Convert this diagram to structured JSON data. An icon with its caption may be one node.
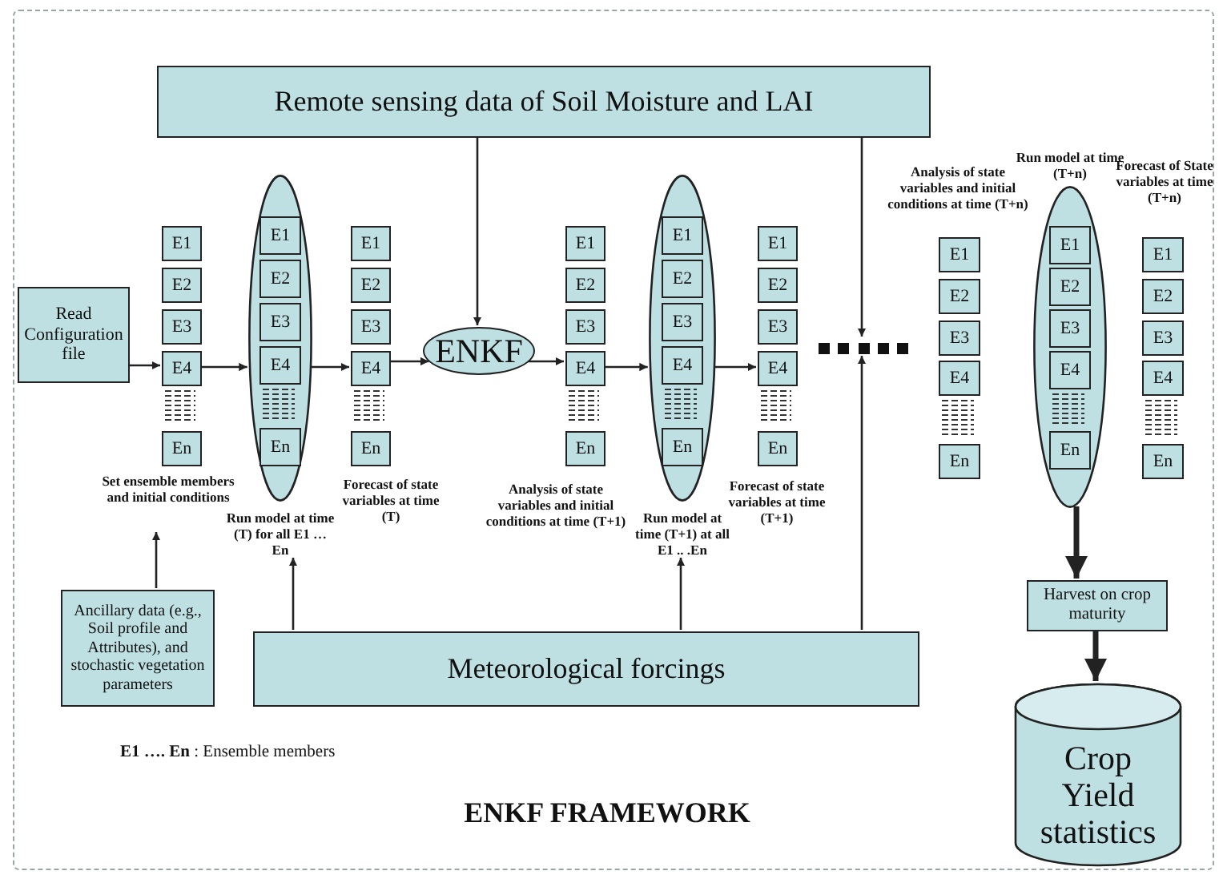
{
  "diagram": {
    "nodes": [
      {
        "text": [
          "ENKF FRAMEWORK"
        ]
      },
      {
        "text": [
          "Remote sensing data of Soil Moisture and LAI"
        ],
        "in": 0
      },
      {
        "text": [
          "Read Configuration file"
        ],
        "in": 0
      },
      {
        "text": [
          "Set ensemble members and initial conditions"
        ],
        "in": 0
      },
      {
        "text": [
          "E1"
        ],
        "in": 0
      },
      {
        "text": [
          "E2"
        ],
        "in": 0
      },
      {
        "text": [
          "E3"
        ],
        "in": 0
      },
      {
        "text": [
          "E4"
        ],
        "in": 0
      },
      {
        "text": [
          "En"
        ],
        "in": 0
      },
      {
        "text": [
          "Run model at time (T) for all E1 … En"
        ],
        "in": 0
      },
      {
        "text": [
          "E1"
        ],
        "in": 9
      },
      {
        "text": [
          "E2"
        ],
        "in": 9
      },
      {
        "text": [
          "E3"
        ],
        "in": 9
      },
      {
        "text": [
          "E4"
        ],
        "in": 9
      },
      {
        "text": [
          "En"
        ],
        "in": 9
      },
      {
        "text": [
          "E1"
        ],
        "in": 0
      },
      {
        "text": [
          "E2"
        ],
        "in": 0
      },
      {
        "text": [
          "E3"
        ],
        "in": 0
      },
      {
        "text": [
          "E4"
        ],
        "in": 0
      },
      {
        "text": [
          "En"
        ],
        "in": 0
      },
      {
        "text": [
          "ENKF"
        ],
        "in": 0
      },
      {
        "text": [
          "E1"
        ],
        "in": 0
      },
      {
        "text": [
          "E2"
        ],
        "in": 0
      },
      {
        "text": [
          "E3"
        ],
        "in": 0
      },
      {
        "text": [
          "E4"
        ],
        "in": 0
      },
      {
        "text": [
          "En"
        ],
        "in": 0
      },
      {
        "text": [
          "Run model at time (T+1) at all E1 .. .En"
        ],
        "in": 0
      },
      {
        "text": [
          "E1"
        ],
        "in": 26
      },
      {
        "text": [
          "E2"
        ],
        "in": 26
      },
      {
        "text": [
          "E3"
        ],
        "in": 26
      },
      {
        "text": [
          "E4"
        ],
        "in": 26
      },
      {
        "text": [
          "En"
        ],
        "in": 26
      },
      {
        "text": [
          "E1"
        ],
        "in": 0
      },
      {
        "text": [
          "E2"
        ],
        "in": 0
      },
      {
        "text": [
          "E3"
        ],
        "in": 0
      },
      {
        "text": [
          "E4"
        ],
        "in": 0
      },
      {
        "text": [
          "En"
        ],
        "in": 0
      },
      {
        "text": [],
        "shape": "dots",
        "in": 0
      },
      {
        "text": [
          "E1"
        ],
        "in": 0
      },
      {
        "text": [
          "E2"
        ],
        "in": 0
      },
      {
        "text": [
          "E3"
        ],
        "in": 0
      },
      {
        "text": [
          "E4"
        ],
        "in": 0
      },
      {
        "text": [
          "En"
        ],
        "in": 0
      },
      {
        "text": [
          "Run model at time (T+n)"
        ],
        "in": 0
      },
      {
        "text": [
          "E1"
        ],
        "in": 43
      },
      {
        "text": [
          "E2"
        ],
        "in": 43
      },
      {
        "text": [
          "E3"
        ],
        "in": 43
      },
      {
        "text": [
          "E4"
        ],
        "in": 43
      },
      {
        "text": [
          "En"
        ],
        "in": 43
      },
      {
        "text": [
          "E1"
        ],
        "in": 0
      },
      {
        "text": [
          "E2"
        ],
        "in": 0
      },
      {
        "text": [
          "E3"
        ],
        "in": 0
      },
      {
        "text": [
          "E4"
        ],
        "in": 0
      },
      {
        "text": [
          "En"
        ],
        "in": 0
      },
      {
        "text": [
          "Ancillary data (e.g., Soil profile and Attributes), and stochastic vegetation parameters"
        ],
        "in": 0
      },
      {
        "text": [
          "Meteorological forcings"
        ],
        "in": 0
      },
      {
        "text": [
          "Harvest on crop maturity"
        ],
        "in": 0
      },
      {
        "text": [
          "Crop Yield statistics"
        ],
        "in": 0
      }
    ],
    "edges": [
      {
        "from": 2,
        "to": 7,
        "arrow": "to"
      },
      {
        "from": 7,
        "to": 9,
        "arrow": "to"
      },
      {
        "from": 9,
        "to": 18,
        "arrow": "to"
      },
      {
        "from": 18,
        "to": 20,
        "arrow": "to"
      },
      {
        "from": 20,
        "to": 24,
        "arrow": "to"
      },
      {
        "from": 24,
        "to": 26,
        "arrow": "to"
      },
      {
        "from": 26,
        "to": 35,
        "arrow": "to"
      },
      {
        "from": 1,
        "to": 20,
        "arrow": "to"
      },
      {
        "from": 1,
        "to": 37,
        "arrow": "to"
      },
      {
        "from": 55,
        "to": 9,
        "arrow": "to"
      },
      {
        "from": 55,
        "to": 26,
        "arrow": "to"
      },
      {
        "from": 55,
        "to": 37,
        "arrow": "to"
      },
      {
        "from": 54,
        "to": 3,
        "arrow": "to"
      },
      {
        "from": 43,
        "to": 56,
        "arrow": "to",
        "style": "thick"
      },
      {
        "from": 56,
        "to": 57,
        "arrow": "to",
        "style": "thick"
      }
    ],
    "labels": [
      "Analysis of state variables and initial conditions at time (T+n)",
      "Forecast of State variables at time (T+n)",
      "Forecast of state variables at time (T)",
      "Analysis of state variables and initial conditions at time (T+1)",
      "Forecast of state variables at time (T+1)",
      "**E1 …. En** : Ensemble members"
    ]
  }
}
